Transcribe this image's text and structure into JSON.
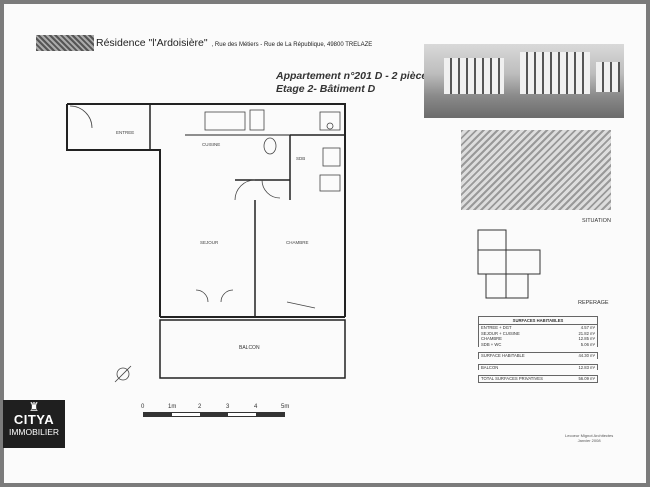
{
  "header": {
    "residence": "Résidence \"l'Ardoisière\"",
    "address": ", Rue des Métiers - Rue de La République, 49800 TRELAZE"
  },
  "apartment": {
    "line1": "Appartement n°201 D - 2 pièces",
    "line2": "Etage 2- Bâtiment D"
  },
  "rooms": {
    "entree": "ENTREE",
    "cuisine": "CUISINE",
    "sdb": "SDB",
    "sejour": "SEJOUR",
    "chambre": "CHAMBRE",
    "balcon": "BALCON"
  },
  "labels": {
    "situation": "SITUATION",
    "reperage": "REPERAGE"
  },
  "surfaces": {
    "title": "SURFACES HABITABLES",
    "rows": [
      {
        "name": "ENTREE + DGT",
        "value": "4.57 m²"
      },
      {
        "name": "SEJOUR + CUISINE",
        "value": "21.82 m²"
      },
      {
        "name": "CHAMBRE",
        "value": "12.85 m²"
      },
      {
        "name": "SDB + WC",
        "value": "5.06 m²"
      }
    ],
    "habitable_label": "SURFACE HABITABLE",
    "habitable_value": "44.30 m²",
    "balcon_label": "BALCON",
    "balcon_value": "12.83 m²",
    "total_label": "TOTAL SURFACES PRIVATIVES",
    "total_value": "56.09 m²"
  },
  "scale": {
    "ticks": [
      "0",
      "1m",
      "2",
      "3",
      "4",
      "5m"
    ]
  },
  "signature": {
    "line1": "Lecoeur Mignot Architectes",
    "line2": "Janvier 2008"
  },
  "logo": {
    "brand": "CITYA",
    "sub": "IMMOBILIER"
  }
}
